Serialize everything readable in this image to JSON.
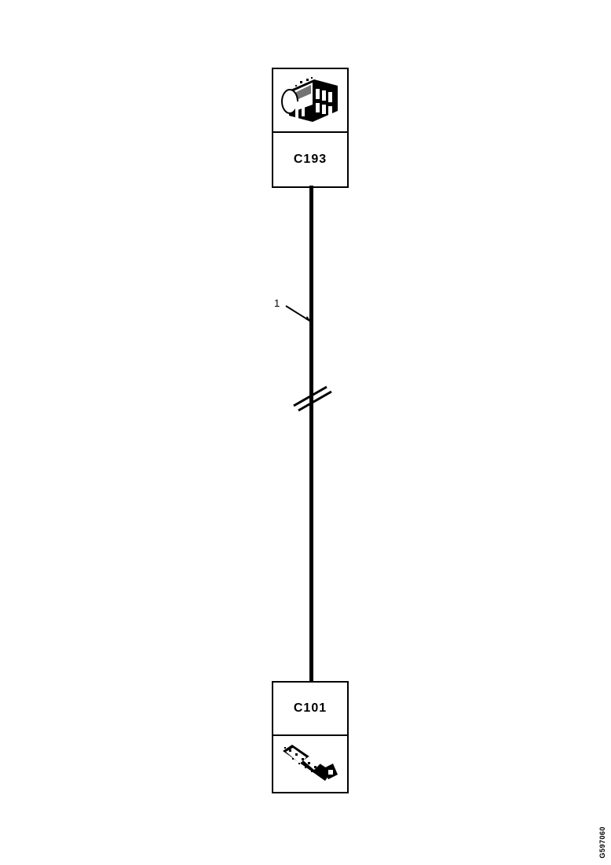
{
  "diagram": {
    "type": "wiring-diagram",
    "title": "",
    "background_color": "#ffffff",
    "line_color": "#000000"
  },
  "connectors": [
    {
      "id": "connector-top",
      "label": "C193",
      "position": "top",
      "art": "rectangular-multi-pin-connector-illustration",
      "art_position": "above-label"
    },
    {
      "id": "connector-bottom",
      "label": "C101",
      "position": "bottom",
      "art": "inline-barrel-connector-illustration",
      "art_position": "below-label"
    }
  ],
  "wire": {
    "number": "1",
    "orientation": "vertical",
    "break_symbol": "double-diagonal-slash",
    "from": "C193",
    "to": "C101"
  },
  "footer": {
    "document_id": "G597060"
  }
}
